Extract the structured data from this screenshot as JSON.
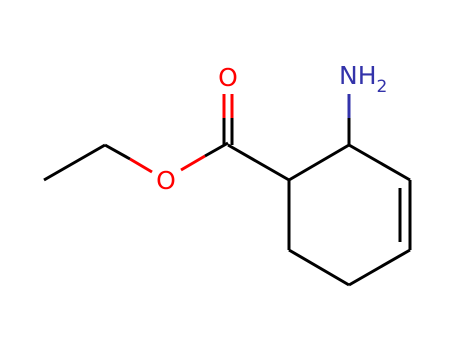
{
  "molecule": {
    "colors": {
      "bond": "#000000",
      "oxygen": "#ff0000",
      "nitrogen": "#3333aa"
    },
    "labels": {
      "carbonyl_oxygen": "O",
      "ester_oxygen": "O",
      "amine_symbol": "NH",
      "amine_subscript": "2"
    }
  }
}
